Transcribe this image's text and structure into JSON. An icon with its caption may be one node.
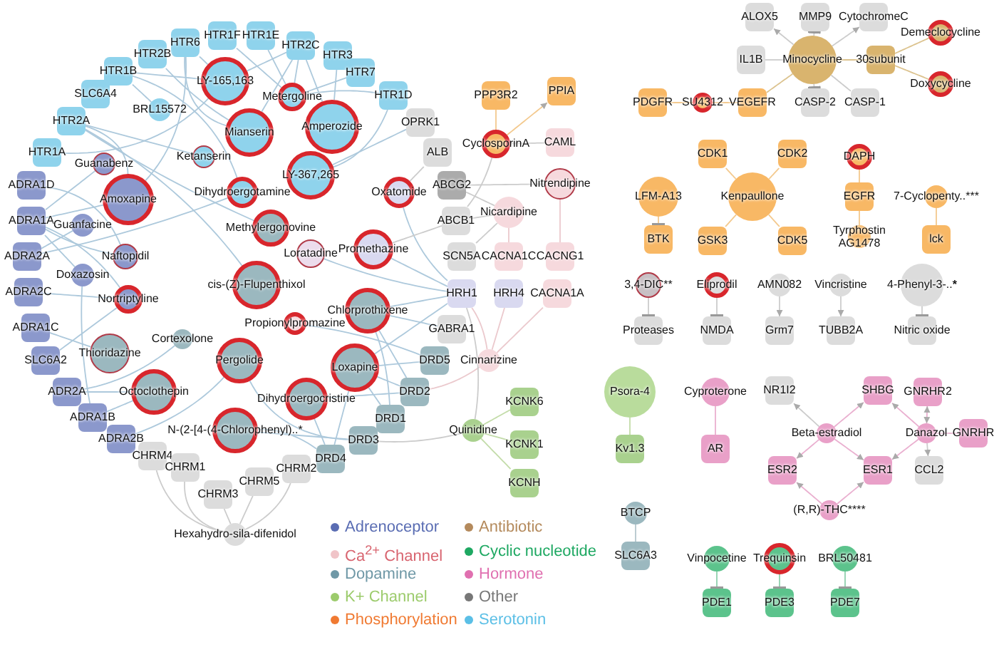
{
  "diagram": {
    "nodes": [
      {
        "text": [
          "HTR6"
        ]
      },
      {
        "text": [
          "HTR1F"
        ]
      },
      {
        "text": [
          "HTR1E"
        ]
      },
      {
        "text": [
          "HTR2C"
        ]
      },
      {
        "text": [
          "HTR3"
        ]
      },
      {
        "text": [
          "HTR2B"
        ]
      },
      {
        "text": [
          "HTR1B"
        ]
      },
      {
        "text": [
          "LY-165,163"
        ]
      },
      {
        "text": [
          "HTR7"
        ]
      },
      {
        "text": [
          "HTR1D"
        ]
      },
      {
        "text": [
          "Metergoline"
        ]
      },
      {
        "text": [
          "SLC6A4"
        ]
      },
      {
        "text": [
          "BRL15572"
        ]
      },
      {
        "text": [
          "HTR2A"
        ]
      },
      {
        "text": [
          "Mianserin"
        ]
      },
      {
        "text": [
          "Amperozide"
        ]
      },
      {
        "text": [
          "OPRK1"
        ]
      },
      {
        "text": [
          "HTR1A"
        ]
      },
      {
        "text": [
          "Guanabenz"
        ]
      },
      {
        "text": [
          "Ketanserin"
        ]
      },
      {
        "text": [
          "LY-367,265"
        ]
      },
      {
        "text": [
          "ALB"
        ]
      },
      {
        "text": [
          "ADRA1D"
        ]
      },
      {
        "text": [
          "Amoxapine"
        ]
      },
      {
        "text": [
          "Dihydroergotamine"
        ]
      },
      {
        "text": [
          "Oxatomide"
        ]
      },
      {
        "text": [
          "ABCG2"
        ]
      },
      {
        "text": [
          "ADRA1A"
        ]
      },
      {
        "text": [
          "Guanfacine"
        ]
      },
      {
        "text": [
          "Methylergonovine"
        ]
      },
      {
        "text": [
          "ABCB1"
        ]
      },
      {
        "text": [
          "ADRA2A"
        ]
      },
      {
        "text": [
          "Naftopidil"
        ]
      },
      {
        "text": [
          "Loratadine"
        ]
      },
      {
        "text": [
          "Promethazine"
        ]
      },
      {
        "text": [
          "Doxazosin"
        ]
      },
      {
        "text": [
          "cis-(Z)-Flupenthixol"
        ]
      },
      {
        "text": [
          "SCN5A"
        ]
      },
      {
        "text": [
          "ADRA2C"
        ]
      },
      {
        "text": [
          "Nortriptyline"
        ]
      },
      {
        "text": [
          "Chlorprothixene"
        ]
      },
      {
        "text": [
          "HRH1"
        ]
      },
      {
        "text": [
          "HRH4"
        ]
      },
      {
        "text": [
          "ADRA1C"
        ]
      },
      {
        "text": [
          "Propionylpromazine"
        ]
      },
      {
        "text": [
          "GABRA1"
        ]
      },
      {
        "text": [
          "Cortexolone"
        ]
      },
      {
        "text": [
          "Thioridazine"
        ]
      },
      {
        "text": [
          "SLC6A2"
        ]
      },
      {
        "text": [
          "Pergolide"
        ]
      },
      {
        "text": [
          "Loxapine"
        ]
      },
      {
        "text": [
          "DRD5"
        ]
      },
      {
        "text": [
          "Cinnarizine"
        ]
      },
      {
        "text": [
          "ADR2A"
        ]
      },
      {
        "text": [
          "Octoclothepin"
        ]
      },
      {
        "text": [
          "DRD2"
        ]
      },
      {
        "text": [
          "Dihydroergocristine"
        ]
      },
      {
        "text": [
          "ADRA1B"
        ]
      },
      {
        "text": [
          "DRD1"
        ]
      },
      {
        "text": [
          "N-(2-[4-(4-Chlorophenyl)..*"
        ]
      },
      {
        "text": [
          "ADRA2B"
        ]
      },
      {
        "text": [
          "DRD3"
        ]
      },
      {
        "text": [
          "DRD4"
        ]
      },
      {
        "text": [
          "CHRM4"
        ]
      },
      {
        "text": [
          "CHRM1"
        ]
      },
      {
        "text": [
          "CHRM2"
        ]
      },
      {
        "text": [
          "CHRM5"
        ]
      },
      {
        "text": [
          "CHRM3"
        ]
      },
      {
        "text": [
          "Hexahydro-sila-difenidol"
        ]
      },
      {
        "text": [
          "PPP3R2"
        ]
      },
      {
        "text": [
          "PPIA"
        ]
      },
      {
        "text": [
          "CyclosporinA"
        ]
      },
      {
        "text": [
          "CAML"
        ]
      },
      {
        "text": [
          "Nitrendipine"
        ]
      },
      {
        "text": [
          "Nicardipine"
        ]
      },
      {
        "text": [
          "CACNA1C"
        ]
      },
      {
        "text": [
          "CACNG1"
        ]
      },
      {
        "text": [
          "CACNA1A"
        ]
      },
      {
        "text": [
          "Quinidine"
        ]
      },
      {
        "text": [
          "KCNK6"
        ]
      },
      {
        "text": [
          "KCNK1"
        ]
      },
      {
        "text": [
          "KCNH"
        ]
      },
      {
        "text": [
          "ALOX5"
        ]
      },
      {
        "text": [
          "MMP9"
        ]
      },
      {
        "text": [
          "CytochromeC"
        ]
      },
      {
        "text": [
          "Demeclocycline"
        ]
      },
      {
        "text": [
          "IL1B"
        ]
      },
      {
        "text": [
          "Minocycline"
        ]
      },
      {
        "text": [
          "30subunit"
        ]
      },
      {
        "text": [
          "Doxycycline"
        ]
      },
      {
        "text": [
          "PDGFR"
        ]
      },
      {
        "text": [
          "SU4312"
        ]
      },
      {
        "text": [
          "VEGEFR"
        ]
      },
      {
        "text": [
          "CASP-2"
        ]
      },
      {
        "text": [
          "CASP-1"
        ]
      },
      {
        "text": [
          "CDK1"
        ]
      },
      {
        "text": [
          "CDK2"
        ]
      },
      {
        "text": [
          "DAPH"
        ]
      },
      {
        "text": [
          "LFM-A13"
        ]
      },
      {
        "text": [
          "Kenpaullone"
        ]
      },
      {
        "text": [
          "EGFR"
        ]
      },
      {
        "text": [
          "7-Cyclopenty..***"
        ]
      },
      {
        "text": [
          "BTK"
        ]
      },
      {
        "text": [
          "GSK3"
        ]
      },
      {
        "text": [
          "CDK5"
        ]
      },
      {
        "text": [
          "Tyrphostin AG1478"
        ]
      },
      {
        "text": [
          "lck"
        ]
      },
      {
        "text": [
          "3,4-DIC**"
        ]
      },
      {
        "text": [
          "Eliprodil"
        ]
      },
      {
        "text": [
          "AMN082"
        ]
      },
      {
        "text": [
          "Vincristine"
        ]
      },
      {
        "text": [
          "4-Phenyl-3-..*****"
        ]
      },
      {
        "text": [
          "Proteases"
        ]
      },
      {
        "text": [
          "NMDA"
        ]
      },
      {
        "text": [
          "Grm7"
        ]
      },
      {
        "text": [
          "TUBB2A"
        ]
      },
      {
        "text": [
          "Nitric oxide"
        ]
      },
      {
        "text": [
          "Psora-4"
        ]
      },
      {
        "text": [
          "Kv1.3"
        ]
      },
      {
        "text": [
          "Cyproterone"
        ]
      },
      {
        "text": [
          "NR1I2"
        ]
      },
      {
        "text": [
          "SHBG"
        ]
      },
      {
        "text": [
          "GNRHR2"
        ]
      },
      {
        "text": [
          "Beta-estradiol"
        ]
      },
      {
        "text": [
          "Danazol"
        ]
      },
      {
        "text": [
          "GNRHR"
        ]
      },
      {
        "text": [
          "AR"
        ]
      },
      {
        "text": [
          "ESR2"
        ]
      },
      {
        "text": [
          "ESR1"
        ]
      },
      {
        "text": [
          "CCL2"
        ]
      },
      {
        "text": [
          "(R,R)-THC****"
        ]
      },
      {
        "text": [
          "BTCP"
        ]
      },
      {
        "text": [
          "SLC6A3"
        ]
      },
      {
        "text": [
          "Vinpocetine"
        ]
      },
      {
        "text": [
          "Trequinsin"
        ]
      },
      {
        "text": [
          "BRL50481"
        ]
      },
      {
        "text": [
          "PDE1"
        ]
      },
      {
        "text": [
          "PDE3"
        ]
      },
      {
        "text": [
          "PDE7"
        ]
      }
    ],
    "edges": [
      {
        "from": 7,
        "to": 17,
        "arrow": "none"
      },
      {
        "from": 7,
        "to": 6,
        "arrow": "none"
      },
      {
        "from": 7,
        "to": 3,
        "arrow": "none"
      },
      {
        "from": 7,
        "to": 0,
        "arrow": "none"
      },
      {
        "from": 10,
        "to": 1,
        "arrow": "none"
      },
      {
        "from": 10,
        "to": 2,
        "arrow": "none"
      },
      {
        "from": 10,
        "to": 3,
        "arrow": "none"
      },
      {
        "from": 10,
        "to": 9,
        "arrow": "none"
      },
      {
        "from": 10,
        "to": 8,
        "arrow": "none"
      },
      {
        "from": 14,
        "to": 5,
        "arrow": "none"
      },
      {
        "from": 14,
        "to": 3,
        "arrow": "none"
      },
      {
        "from": 14,
        "to": 0,
        "arrow": "none"
      },
      {
        "from": 15,
        "to": 3,
        "arrow": "none"
      },
      {
        "from": 15,
        "to": 4,
        "arrow": "none"
      },
      {
        "from": 19,
        "to": 13,
        "arrow": "none"
      },
      {
        "from": 20,
        "to": 9,
        "arrow": "none"
      },
      {
        "from": 20,
        "to": 16,
        "arrow": "none"
      },
      {
        "from": 12,
        "to": 6,
        "arrow": "none"
      },
      {
        "from": 18,
        "to": 27,
        "arrow": "none"
      },
      {
        "from": 23,
        "to": 27,
        "arrow": "none"
      },
      {
        "from": 23,
        "to": 13,
        "arrow": "none"
      },
      {
        "from": 23,
        "to": 0,
        "arrow": "none"
      },
      {
        "from": 24,
        "to": 6,
        "arrow": "none"
      },
      {
        "from": 24,
        "to": 31,
        "arrow": "none"
      },
      {
        "from": 28,
        "to": 31,
        "arrow": "none"
      },
      {
        "from": 29,
        "to": 13,
        "arrow": "none"
      },
      {
        "from": 32,
        "to": 27,
        "arrow": "none"
      },
      {
        "from": 32,
        "to": 22,
        "arrow": "none"
      },
      {
        "from": 33,
        "to": 41,
        "arrow": "none"
      },
      {
        "from": 35,
        "to": 27,
        "arrow": "none"
      },
      {
        "from": 35,
        "to": 57,
        "arrow": "none"
      },
      {
        "from": 36,
        "to": 13,
        "arrow": "none"
      },
      {
        "from": 39,
        "to": 27,
        "arrow": "none"
      },
      {
        "from": 39,
        "to": 48,
        "arrow": "none"
      },
      {
        "from": 39,
        "to": 38,
        "arrow": "none"
      },
      {
        "from": 47,
        "to": 43,
        "arrow": "none"
      },
      {
        "from": 46,
        "to": 53,
        "arrow": "none"
      },
      {
        "from": 44,
        "to": 51,
        "arrow": "none"
      },
      {
        "from": 49,
        "to": 61,
        "arrow": "none"
      },
      {
        "from": 49,
        "to": 60,
        "arrow": "none"
      },
      {
        "from": 54,
        "to": 57,
        "arrow": "none"
      },
      {
        "from": 54,
        "to": 53,
        "arrow": "none"
      },
      {
        "from": 56,
        "to": 55,
        "arrow": "none"
      },
      {
        "from": 56,
        "to": 62,
        "arrow": "none"
      },
      {
        "from": 50,
        "to": 55,
        "arrow": "none"
      },
      {
        "from": 50,
        "to": 51,
        "arrow": "none"
      },
      {
        "from": 50,
        "to": 62,
        "arrow": "none"
      },
      {
        "from": 50,
        "to": 58,
        "arrow": "none"
      },
      {
        "from": 50,
        "to": 41,
        "arrow": "none"
      },
      {
        "from": 40,
        "to": 58,
        "arrow": "none"
      },
      {
        "from": 40,
        "to": 55,
        "arrow": "none"
      },
      {
        "from": 40,
        "to": 41,
        "arrow": "none"
      },
      {
        "from": 40,
        "to": 45,
        "arrow": "none"
      },
      {
        "from": 59,
        "to": 62,
        "arrow": "none"
      },
      {
        "from": 59,
        "to": 61,
        "arrow": "none"
      },
      {
        "from": 68,
        "to": 64,
        "arrow": "none",
        "color": "#cccccc"
      },
      {
        "from": 68,
        "to": 65,
        "arrow": "none",
        "color": "#cccccc"
      },
      {
        "from": 68,
        "to": 67,
        "arrow": "none",
        "color": "#cccccc"
      },
      {
        "from": 68,
        "to": 63,
        "arrow": "none",
        "color": "#cccccc"
      },
      {
        "from": 68,
        "to": 66,
        "arrow": "none",
        "color": "#cccccc"
      },
      {
        "from": 25,
        "to": 41,
        "arrow": "none"
      },
      {
        "from": 25,
        "to": 21,
        "arrow": "none",
        "color": "#cccccc"
      },
      {
        "from": 34,
        "to": 41,
        "arrow": "none"
      },
      {
        "from": 34,
        "to": 30,
        "arrow": "none",
        "color": "#cccccc"
      },
      {
        "from": 74,
        "to": 30,
        "arrow": "none",
        "color": "#cccccc"
      },
      {
        "from": 74,
        "to": 37,
        "arrow": "none",
        "color": "#cccccc"
      },
      {
        "from": 74,
        "to": 26,
        "arrow": "none",
        "color": "#cccccc"
      },
      {
        "from": 74,
        "to": 75,
        "arrow": "none",
        "color": "#ebc9cd"
      },
      {
        "from": 73,
        "to": 26,
        "arrow": "none",
        "color": "#cccccc"
      },
      {
        "from": 73,
        "to": 76,
        "arrow": "none",
        "color": "#ebc9cd"
      },
      {
        "from": 71,
        "to": 69,
        "arrow": "none",
        "color": "#f3c98e"
      },
      {
        "from": 71,
        "to": 70,
        "arrow": "to",
        "color": "#f3c98e"
      },
      {
        "from": 71,
        "to": 72,
        "arrow": "none",
        "color": "#cccccc"
      },
      {
        "from": 71,
        "to": 30,
        "arrow": "none",
        "color": "#cccccc"
      },
      {
        "from": 52,
        "to": 77,
        "arrow": "none",
        "color": "#ebc9cd"
      },
      {
        "from": 52,
        "to": 42,
        "arrow": "none",
        "color": "#ebc9cd"
      },
      {
        "from": 52,
        "to": 41,
        "arrow": "none",
        "color": "#ebc9cd"
      },
      {
        "from": 52,
        "to": 55,
        "arrow": "none",
        "color": "#ebc9cd"
      },
      {
        "from": 78,
        "to": 79,
        "arrow": "none",
        "color": "#c3dca9"
      },
      {
        "from": 78,
        "to": 80,
        "arrow": "none",
        "color": "#c3dca9"
      },
      {
        "from": 78,
        "to": 81,
        "arrow": "none",
        "color": "#c3dca9"
      },
      {
        "from": 78,
        "to": 41,
        "arrow": "none",
        "color": "#cccccc"
      },
      {
        "from": 78,
        "to": 61,
        "arrow": "none",
        "color": "#cccccc"
      },
      {
        "from": 87,
        "to": 82,
        "arrow": "to",
        "color": "#cccccc"
      },
      {
        "from": 87,
        "to": 83,
        "arrow": "other",
        "color": "#cccccc"
      },
      {
        "from": 87,
        "to": 84,
        "arrow": "to",
        "color": "#cccccc"
      },
      {
        "from": 87,
        "to": 86,
        "arrow": "none",
        "color": "#cccccc"
      },
      {
        "from": 87,
        "to": 88,
        "arrow": "none",
        "color": "#dcc38f"
      },
      {
        "from": 87,
        "to": 92,
        "arrow": "none",
        "color": "#dcc38f"
      },
      {
        "from": 87,
        "to": 93,
        "arrow": "other",
        "color": "#cccccc"
      },
      {
        "from": 87,
        "to": 94,
        "arrow": "none",
        "color": "#cccccc"
      },
      {
        "from": 85,
        "to": 88,
        "arrow": "none",
        "color": "#dcc38f"
      },
      {
        "from": 89,
        "to": 88,
        "arrow": "none",
        "color": "#dcc38f"
      },
      {
        "from": 91,
        "to": 90,
        "arrow": "none",
        "color": "#f3c98e"
      },
      {
        "from": 91,
        "to": 92,
        "arrow": "none",
        "color": "#f3c98e"
      },
      {
        "from": 99,
        "to": 95,
        "arrow": "none",
        "color": "#f3c98e"
      },
      {
        "from": 99,
        "to": 96,
        "arrow": "none",
        "color": "#f3c98e"
      },
      {
        "from": 99,
        "to": 103,
        "arrow": "none",
        "color": "#f3c98e"
      },
      {
        "from": 99,
        "to": 104,
        "arrow": "none",
        "color": "#f3c98e"
      },
      {
        "from": 98,
        "to": 102,
        "arrow": "other",
        "color": "#f3c98e"
      },
      {
        "from": 97,
        "to": 100,
        "arrow": "none",
        "color": "#f3c98e"
      },
      {
        "from": 105,
        "to": 100,
        "arrow": "none",
        "color": "#f3c98e"
      },
      {
        "from": 101,
        "to": 106,
        "arrow": "none",
        "color": "#f3c98e"
      },
      {
        "from": 107,
        "to": 112,
        "arrow": "other",
        "color": "#cccccc"
      },
      {
        "from": 108,
        "to": 113,
        "arrow": "other",
        "color": "#cccccc"
      },
      {
        "from": 109,
        "to": 114,
        "arrow": "to",
        "color": "#cccccc"
      },
      {
        "from": 110,
        "to": 115,
        "arrow": "to",
        "color": "#cccccc"
      },
      {
        "from": 111,
        "to": 116,
        "arrow": "other",
        "color": "#cccccc"
      },
      {
        "from": 117,
        "to": 118,
        "arrow": "none",
        "color": "#c3dca9"
      },
      {
        "from": 119,
        "to": 126,
        "arrow": "none",
        "color": "#eab0d0"
      },
      {
        "from": 123,
        "to": 120,
        "arrow": "to",
        "color": "#cccccc"
      },
      {
        "from": 123,
        "to": 121,
        "arrow": "to",
        "color": "#eab0d0"
      },
      {
        "from": 123,
        "to": 127,
        "arrow": "to",
        "color": "#eab0d0"
      },
      {
        "from": 123,
        "to": 128,
        "arrow": "to",
        "color": "#eab0d0"
      },
      {
        "from": 124,
        "to": 121,
        "arrow": "to",
        "color": "#eab0d0"
      },
      {
        "from": 124,
        "to": 122,
        "arrow": "both",
        "color": "#eab0d0"
      },
      {
        "from": 124,
        "to": 125,
        "arrow": "none",
        "color": "#eab0d0"
      },
      {
        "from": 124,
        "to": 129,
        "arrow": "to",
        "color": "#cccccc"
      },
      {
        "from": 124,
        "to": 128,
        "arrow": "to",
        "color": "#eab0d0"
      },
      {
        "from": 130,
        "to": 127,
        "arrow": "to",
        "color": "#eab0d0"
      },
      {
        "from": 130,
        "to": 128,
        "arrow": "to",
        "color": "#eab0d0"
      },
      {
        "from": 131,
        "to": 132,
        "arrow": "none",
        "color": "#b5c7cd"
      },
      {
        "from": 133,
        "to": 136,
        "arrow": "other",
        "color": "#8fd1ad"
      },
      {
        "from": 134,
        "to": 137,
        "arrow": "other",
        "color": "#8fd1ad"
      },
      {
        "from": 135,
        "to": 138,
        "arrow": "other",
        "color": "#8fd1ad"
      }
    ],
    "legend": [
      {
        "text": "Adrenoceptor",
        "color": "#5a6db3"
      },
      {
        "text": "Ca$^{2+}$ Channel",
        "color": "#f0c4c8"
      },
      {
        "text": "Dopamine",
        "color": "#6f98a6"
      },
      {
        "text": "K+ Channel",
        "color": "#9ccb6c"
      },
      {
        "text": "Phosphorylation",
        "color": "#f07a32"
      },
      {
        "text": "Antibiotic",
        "color": "#b48a5c"
      },
      {
        "text": "Cyclic nucleotide",
        "color": "#1ea862"
      },
      {
        "text": "Hormone",
        "color": "#e070b0"
      },
      {
        "text": "Other",
        "color": "#777777"
      },
      {
        "text": "Serotonin",
        "color": "#5bbfe6"
      }
    ]
  }
}
